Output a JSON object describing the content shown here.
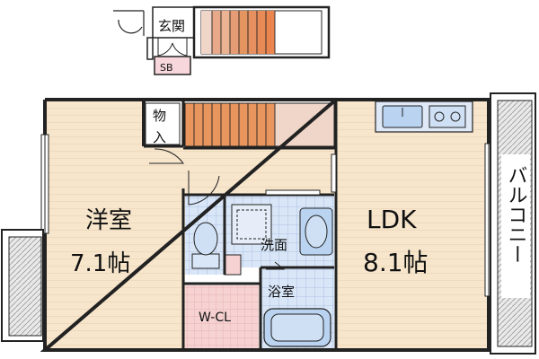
{
  "floor_plan": {
    "upper": {
      "genkan": "玄関",
      "sb": "SB"
    },
    "rooms": {
      "monoire": "物入",
      "yoshitsu_name": "洋室",
      "yoshitsu_size": "7.1帖",
      "ldk_name": "LDK",
      "ldk_size": "8.1帖",
      "senmen": "洗面",
      "yokushitsu": "浴室",
      "wcl": "W-CL",
      "balcony": "バルコニー"
    }
  }
}
